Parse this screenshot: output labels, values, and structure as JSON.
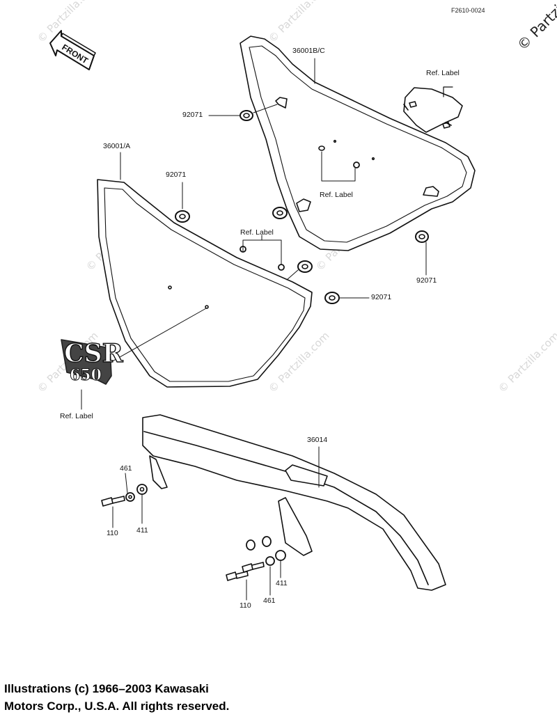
{
  "diagram_code": "F2610-0024",
  "watermark": "© Partzilla.com",
  "corner_copyright": "© Partzi",
  "front_label": "FRONT",
  "parts": {
    "cover_right": "36001B/C",
    "cover_left": "36001/A",
    "chain_cover": "36014",
    "grommet": "92071",
    "bolt": "110",
    "washer_411": "411",
    "washer_461": "461",
    "ref_label": "Ref. Label"
  },
  "emblem": {
    "line1": "CSR",
    "line2": "650"
  },
  "footer": {
    "line1": "Illustrations (c) 1966–2003 Kawasaki",
    "line2": "Motors Corp., U.S.A.  All rights reserved."
  }
}
